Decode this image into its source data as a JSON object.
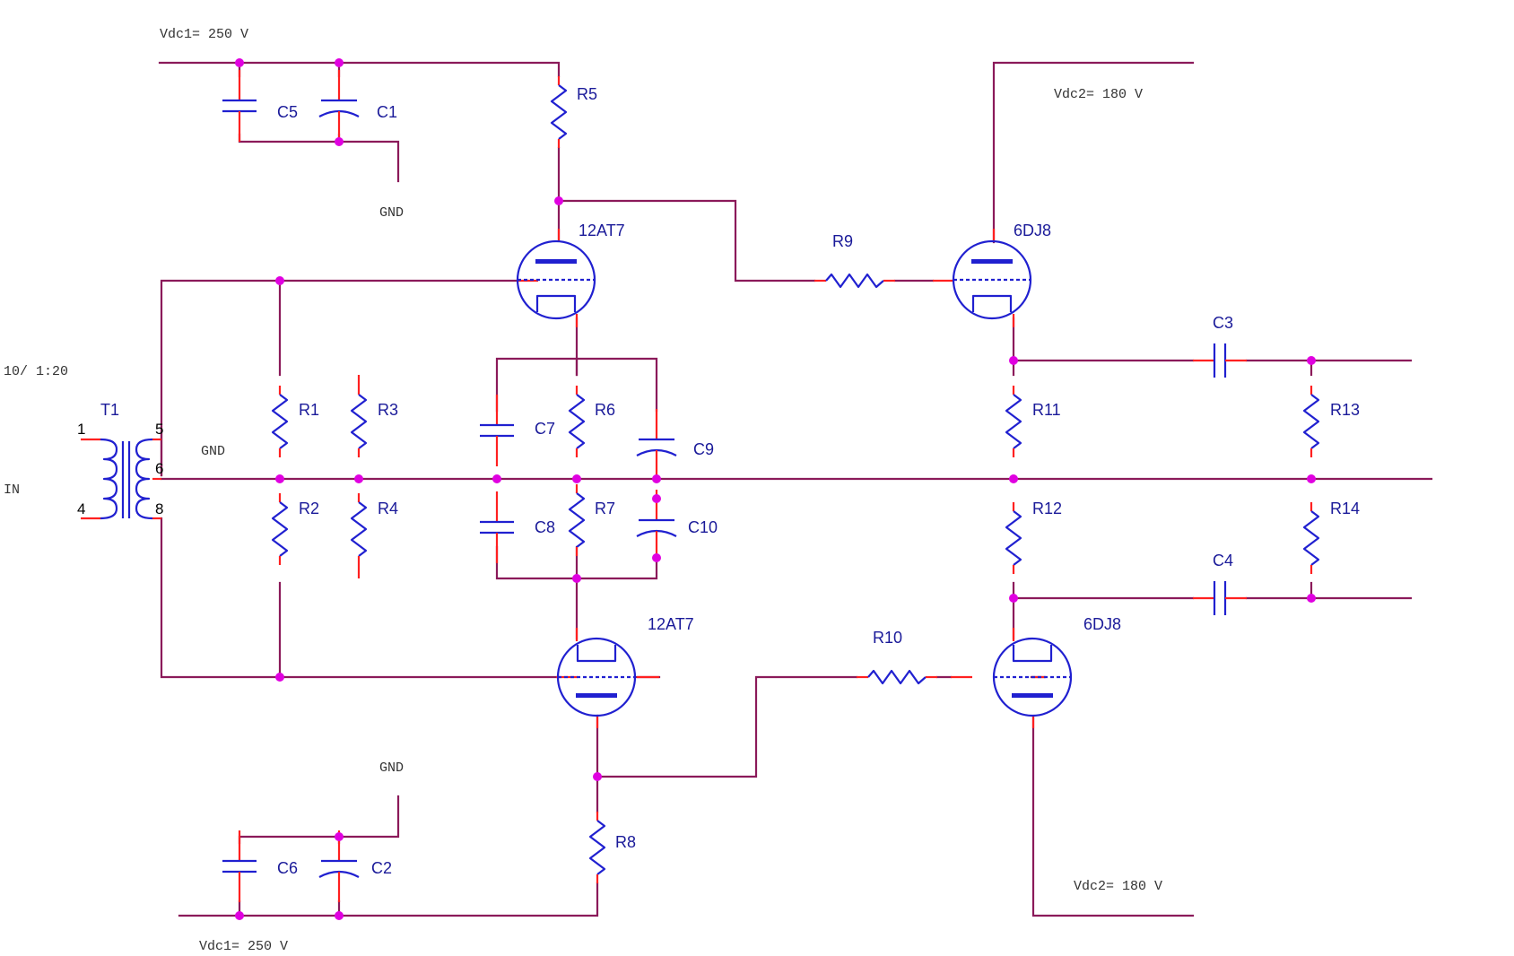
{
  "supplies": {
    "vdc1_top": "Vdc1= 250 V",
    "vdc1_bottom": "Vdc1= 250 V",
    "vdc2_top": "Vdc2= 180 V",
    "vdc2_bottom": "Vdc2= 180 V"
  },
  "grounds": {
    "top": "GND",
    "mid": "GND",
    "bottom": "GND"
  },
  "input": {
    "ratio": "10/ 1:20",
    "in": "IN"
  },
  "transformer": {
    "name": "T1",
    "pins": [
      "1",
      "4",
      "5",
      "6",
      "8"
    ]
  },
  "tubes": {
    "v1": "12AT7",
    "v2": "12AT7",
    "v3": "6DJ8",
    "v4": "6DJ8"
  },
  "resistors": [
    "R1",
    "R2",
    "R3",
    "R4",
    "R5",
    "R6",
    "R7",
    "R8",
    "R9",
    "R10",
    "R11",
    "R12",
    "R13",
    "R14"
  ],
  "capacitors": [
    "C1",
    "C2",
    "C3",
    "C4",
    "C5",
    "C6",
    "C7",
    "C8",
    "C9",
    "C10"
  ]
}
